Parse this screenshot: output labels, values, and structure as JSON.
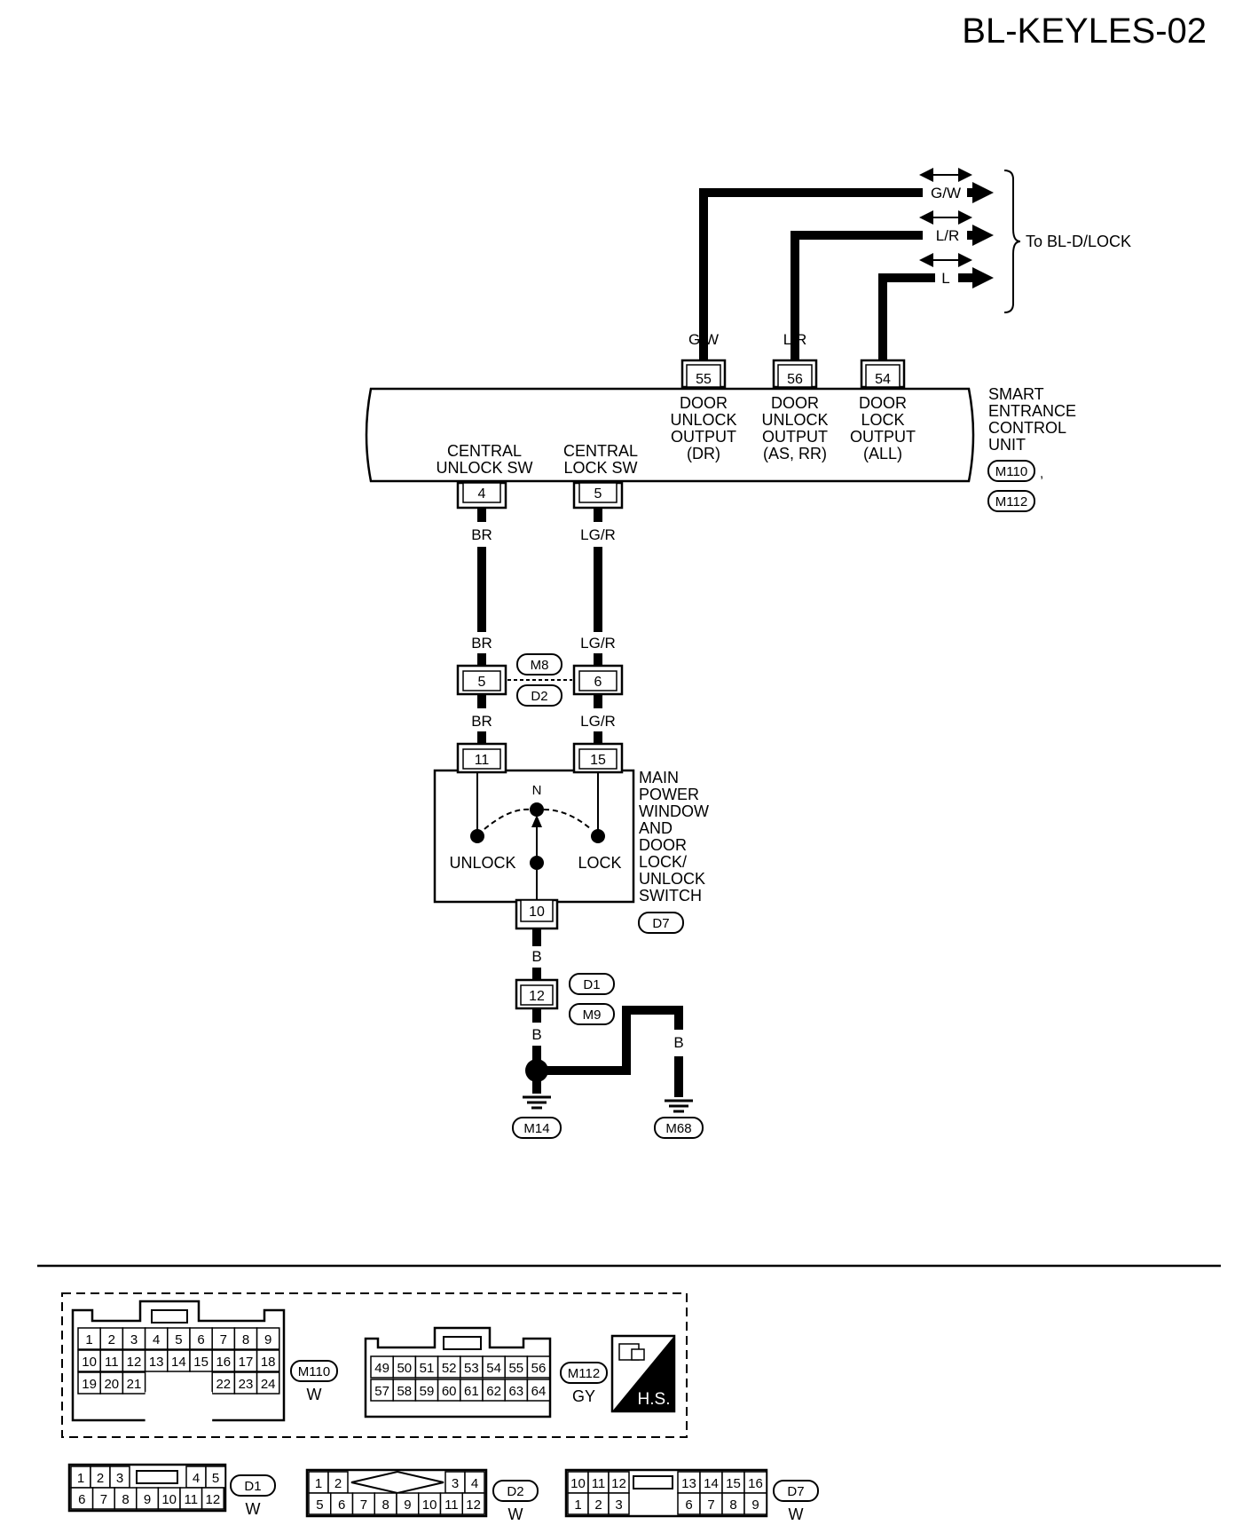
{
  "page_id": "BL-KEYLES-02",
  "destination": {
    "label": "To BL-D/LOCK",
    "wires": [
      "G/W",
      "L/R",
      "L"
    ]
  },
  "control_unit": {
    "name_lines": [
      "SMART",
      "ENTRANCE",
      "CONTROL",
      "UNIT"
    ],
    "connectors": [
      "M110",
      "M112"
    ],
    "top_terminals": [
      {
        "pin": "55",
        "wire": "G/W",
        "label_lines": [
          "DOOR",
          "UNLOCK",
          "OUTPUT",
          "(DR)"
        ]
      },
      {
        "pin": "56",
        "wire": "L/R",
        "label_lines": [
          "DOOR",
          "UNLOCK",
          "OUTPUT",
          "(AS, RR)"
        ]
      },
      {
        "pin": "54",
        "wire": "L",
        "label_lines": [
          "DOOR",
          "LOCK",
          "OUTPUT",
          "(ALL)"
        ]
      }
    ],
    "bottom_terminals": [
      {
        "pin": "4",
        "wire": "BR",
        "label_lines": [
          "CENTRAL",
          "UNLOCK SW"
        ]
      },
      {
        "pin": "5",
        "wire": "LG/R",
        "label_lines": [
          "CENTRAL",
          "LOCK SW"
        ]
      }
    ]
  },
  "joint_connector": {
    "names": [
      "M8",
      "D2"
    ],
    "pins": [
      "5",
      "6"
    ],
    "wires_above": [
      "BR",
      "LG/R"
    ],
    "wires_below": [
      "BR",
      "LG/R"
    ]
  },
  "switch": {
    "name_lines": [
      "MAIN",
      "POWER",
      "WINDOW",
      "AND",
      "DOOR",
      "LOCK/",
      "UNLOCK",
      "SWITCH"
    ],
    "connector": "D7",
    "pins": [
      "11",
      "15",
      "10"
    ],
    "positions": [
      "N",
      "UNLOCK",
      "LOCK"
    ]
  },
  "ground": {
    "wire": "B",
    "joint_pin": "12",
    "joint_names": [
      "D1",
      "M9"
    ],
    "branch_wires": [
      "B",
      "B"
    ],
    "points": [
      "M14",
      "M68"
    ]
  },
  "connector_views": {
    "m110": {
      "rows": [
        [
          "1",
          "2",
          "3",
          "4",
          "5",
          "6",
          "7",
          "8",
          "9"
        ],
        [
          "10",
          "11",
          "12",
          "13",
          "14",
          "15",
          "16",
          "17",
          "18"
        ],
        [
          "19",
          "20",
          "21",
          "22",
          "23",
          "24"
        ]
      ],
      "name": "M110",
      "color": "W"
    },
    "m112": {
      "rows": [
        [
          "49",
          "50",
          "51",
          "52",
          "53",
          "54",
          "55",
          "56"
        ],
        [
          "57",
          "58",
          "59",
          "60",
          "61",
          "62",
          "63",
          "64"
        ]
      ],
      "name": "M112",
      "color": "GY"
    },
    "hs_label": "H.S.",
    "d1": {
      "rows": [
        [
          "1",
          "2",
          "3",
          "4",
          "5"
        ],
        [
          "6",
          "7",
          "8",
          "9",
          "10",
          "11",
          "12"
        ]
      ],
      "name": "D1",
      "color": "W"
    },
    "d2": {
      "rows": [
        [
          "1",
          "2",
          "3",
          "4"
        ],
        [
          "5",
          "6",
          "7",
          "8",
          "9",
          "10",
          "11",
          "12"
        ]
      ],
      "name": "D2",
      "color": "W"
    },
    "d7": {
      "rows": [
        [
          "10",
          "11",
          "12",
          "13",
          "14",
          "15",
          "16"
        ],
        [
          "1",
          "2",
          "3",
          "6",
          "7",
          "8",
          "9"
        ]
      ],
      "name": "D7",
      "color": "W"
    }
  }
}
